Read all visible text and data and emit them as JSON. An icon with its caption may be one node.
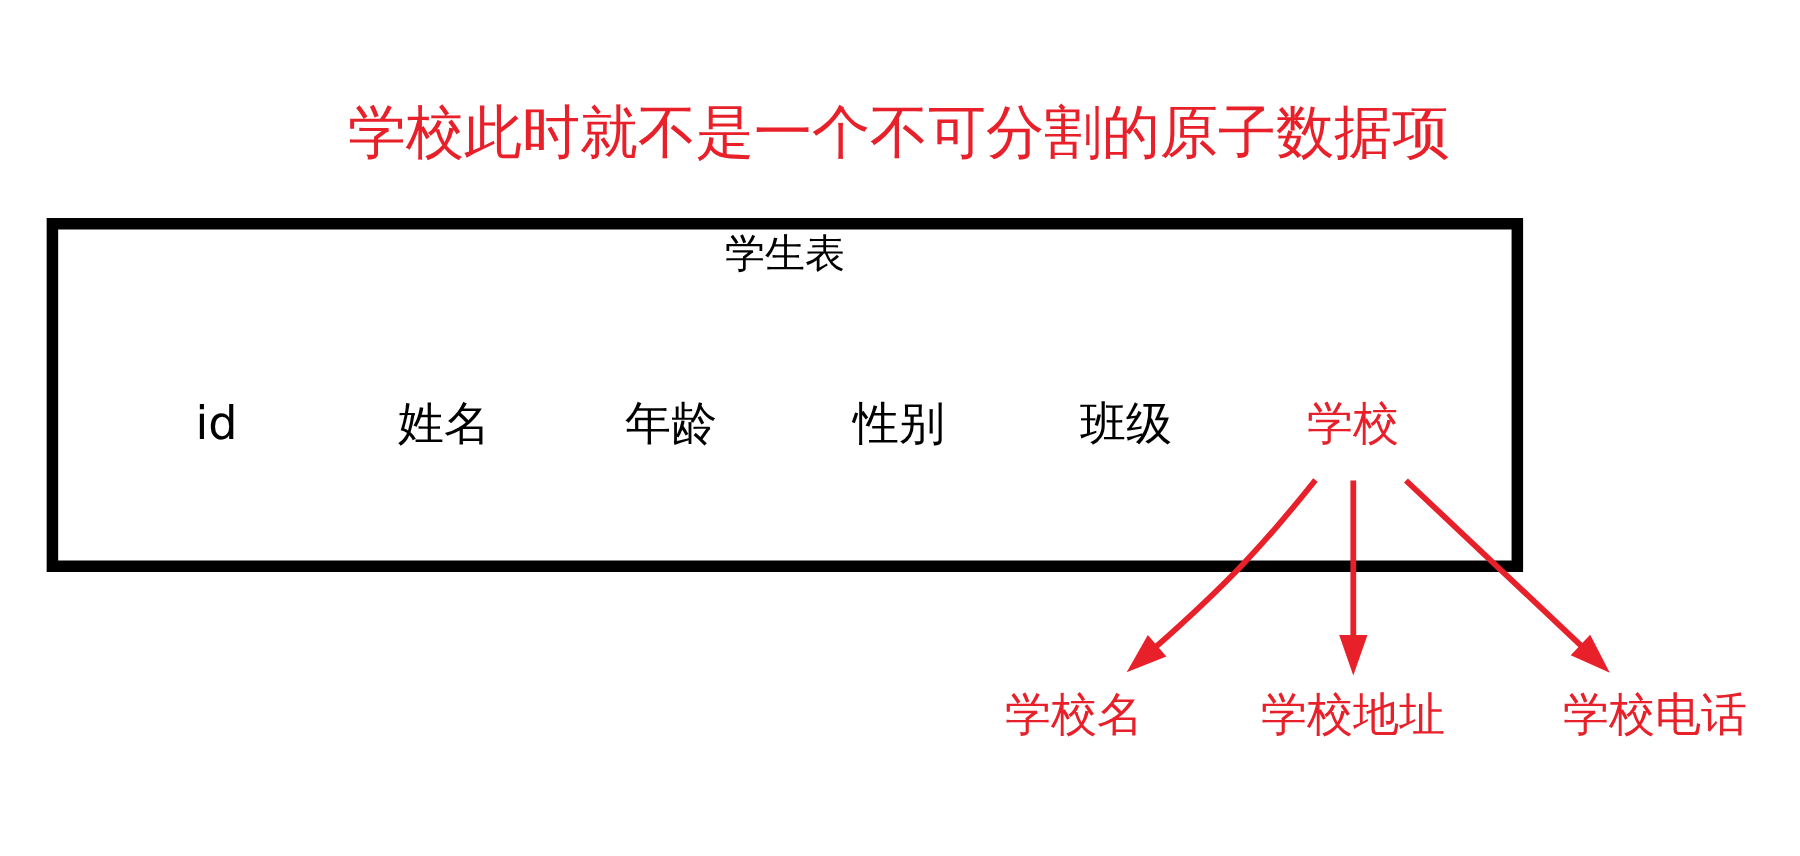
{
  "diagram": {
    "nodes": [
      {
        "text": [
          "学生表"
        ]
      },
      {
        "text": [
          "id"
        ],
        "in": 0
      },
      {
        "text": [
          "姓名"
        ],
        "in": 0
      },
      {
        "text": [
          "年龄"
        ],
        "in": 0
      },
      {
        "text": [
          "性别"
        ],
        "in": 0
      },
      {
        "text": [
          "班级"
        ],
        "in": 0
      },
      {
        "text": [
          "学校"
        ],
        "in": 0
      },
      {
        "text": [
          "学校名"
        ]
      },
      {
        "text": [
          "学校地址"
        ]
      },
      {
        "text": [
          "学校电话"
        ]
      }
    ],
    "edges": [
      {
        "from": 6,
        "to": 7,
        "arrow": "to"
      },
      {
        "from": 6,
        "to": 8,
        "arrow": "to"
      },
      {
        "from": 6,
        "to": 9,
        "arrow": "to"
      }
    ],
    "labels": [
      "学校此时就不是一个不可分割的原子数据项"
    ]
  }
}
